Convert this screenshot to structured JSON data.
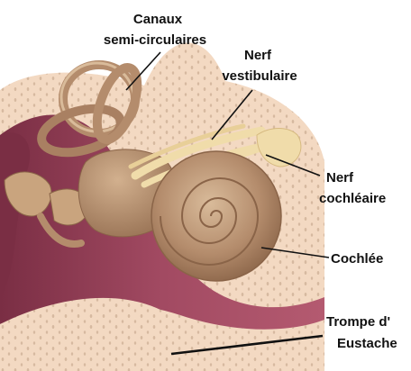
{
  "labels": {
    "canaux_line1": "Canaux",
    "canaux_line2": "semi-circulaires",
    "nerf_vest_line1": "Nerf",
    "nerf_vest_line2": "vestibulaire",
    "nerf_coch_line1": "Nerf",
    "nerf_coch_line2": "cochléaire",
    "cochlee": "Cochlée",
    "trompe_line1": "Trompe d'",
    "trompe_line2": "Eustache"
  },
  "colors": {
    "bone": "#f3d9c2",
    "bone_dots": "#d6b9a0",
    "tissue": "#a24a62",
    "tissue_dark": "#7a2e44",
    "organ": "#b48c6c",
    "organ_light": "#d9bb9a",
    "organ_dark": "#8a6448",
    "nerve": "#f0dcaa",
    "leader": "#111111"
  }
}
